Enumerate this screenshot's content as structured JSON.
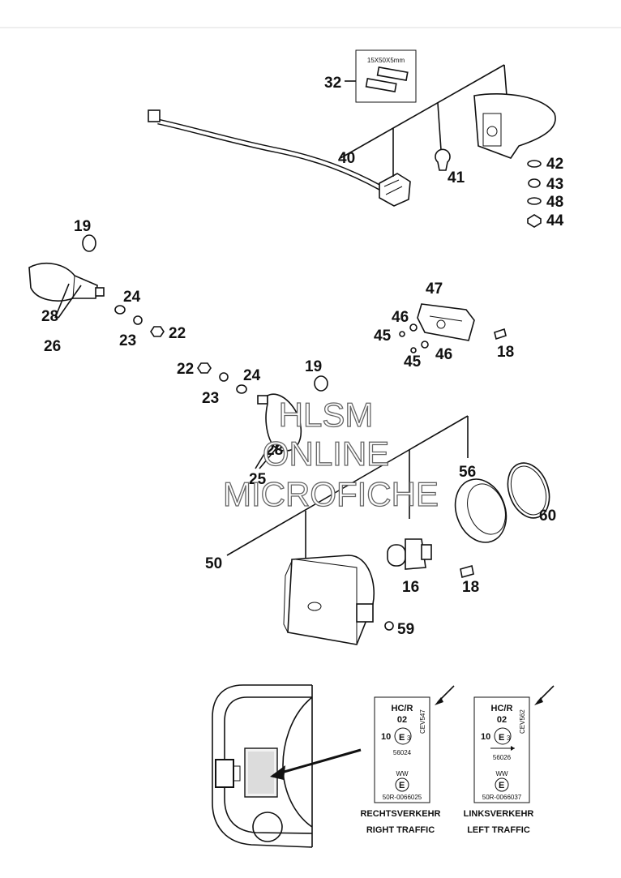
{
  "parts": {
    "p32": "32",
    "p40": "40",
    "p41": "41",
    "p42": "42",
    "p43": "43",
    "p48": "48",
    "p44": "44",
    "p19a": "19",
    "p28a": "28",
    "p26": "26",
    "p24a": "24",
    "p23a": "23",
    "p22a": "22",
    "p22b": "22",
    "p23b": "23",
    "p24b": "24",
    "p19b": "19",
    "p28b": "28",
    "p25": "25",
    "p47": "47",
    "p46a": "46",
    "p45a": "45",
    "p45b": "45",
    "p46b": "46",
    "p18a": "18",
    "p56": "56",
    "p60": "60",
    "p50": "50",
    "p16": "16",
    "p18b": "18",
    "p59": "59"
  },
  "pad_size": "15X50X5mm",
  "watermark": {
    "line1": "HLSM",
    "line2": "ONLINE",
    "line3": "MICROFICHE"
  },
  "labels": {
    "right": {
      "hcr": "HC/R",
      "code02": "02",
      "num10": "10",
      "e3": "E",
      "e3sub": "3",
      "approval": "56024",
      "cev": "CEV547",
      "www": "WW",
      "lower": "50R-0066025",
      "caption_de": "RECHTSVERKEHR",
      "caption_en": "RIGHT TRAFFIC"
    },
    "left": {
      "hcr": "HC/R",
      "code02": "02",
      "num10": "10",
      "e3": "E",
      "e3sub": "3",
      "approval": "56026",
      "cev": "CEV562",
      "www": "WW",
      "lower": "50R-0066037",
      "caption_de": "LINKSVERKEHR",
      "caption_en": "LEFT TRAFFIC"
    }
  }
}
